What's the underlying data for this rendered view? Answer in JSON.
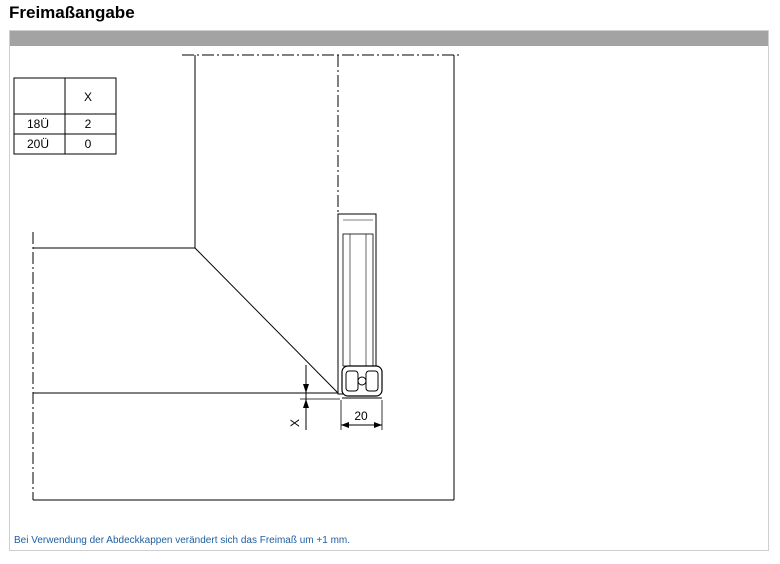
{
  "title": "Freimaßangabe",
  "table": {
    "header": [
      "",
      "X"
    ],
    "rows": [
      [
        "18Ü",
        "2"
      ],
      [
        "20Ü",
        "0"
      ]
    ]
  },
  "dimension_label": "20",
  "x_label": "X",
  "note": "Bei Verwendung der Abdeckkappen verändert sich das Freimaß um +1 mm."
}
